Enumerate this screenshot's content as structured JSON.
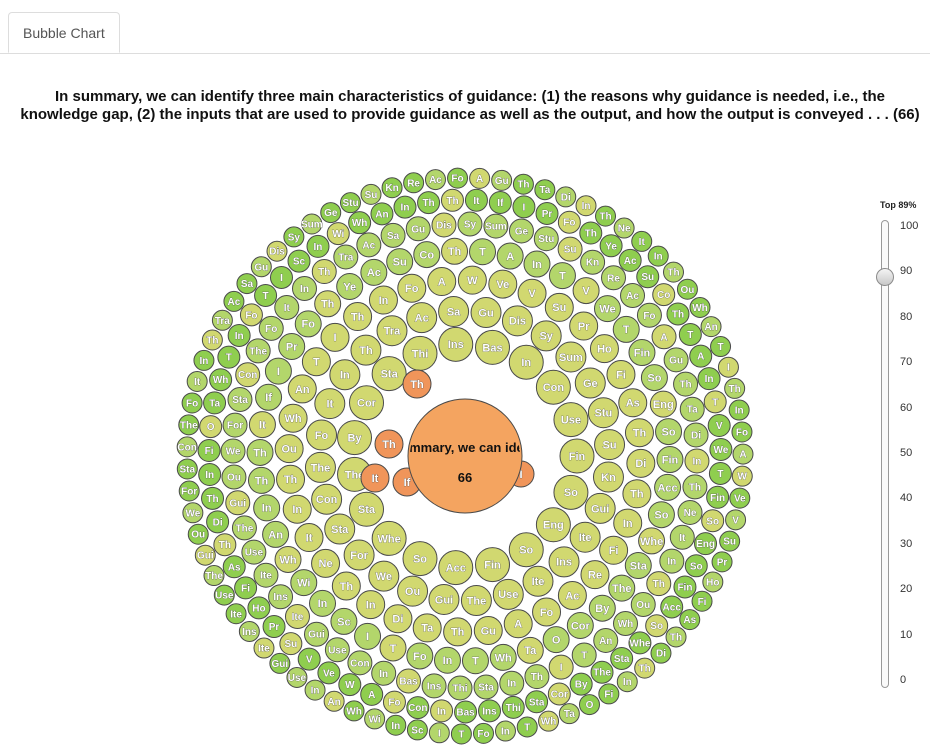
{
  "tabs": [
    {
      "label": "Bubble Chart"
    }
  ],
  "headline": "In summary, we can identify three main characteristics of guidance: (1) the reasons why guidance is needed, i.e., the knowledge gap, (2) the inputs that are used to provide guidance as well as the output, and how the output is conveyed . . . (66)",
  "slider": {
    "label": "Top 89%",
    "value": 89,
    "min": 0,
    "max": 100,
    "ticks": [
      "100",
      "90",
      "80",
      "70",
      "60",
      "50",
      "40",
      "30",
      "20",
      "10",
      "0"
    ]
  },
  "colors": {
    "center": "#f4a460",
    "orange": "#f0955a",
    "olive": "#d1d870",
    "lime": "#b3d66b",
    "green": "#8fce4f",
    "stroke": "#4a4a4a"
  },
  "chart_data": {
    "type": "bubble",
    "center": {
      "label": "In summary, we can identify",
      "value": 66
    },
    "bubble_labels": [
      "Fin",
      "So",
      "Eng",
      "So",
      "Fin",
      "Acc",
      "So",
      "Whe",
      "Sta",
      "The",
      "By",
      "Cor",
      "Sta",
      "Thi",
      "Ins",
      "Bas",
      "In",
      "Con",
      "Use",
      "Gui",
      "Ite",
      "Ins",
      "Ite",
      "Use",
      "The",
      "Gui",
      "Ou",
      "We",
      "For",
      "Sta",
      "Con",
      "The",
      "Fo",
      "It",
      "In",
      "Th",
      "Tra",
      "Ac",
      "Sa",
      "Gu",
      "Dis",
      "Sy",
      "Sum",
      "Ge",
      "Stu",
      "Su",
      "Kn",
      "Re",
      "Ac",
      "Fo",
      "A",
      "Gu",
      "Th",
      "Ta",
      "Di",
      "In",
      "Th",
      "Ne",
      "It",
      "In",
      "Th",
      "Ou",
      "Wh",
      "An",
      "T",
      "I",
      "Th",
      "In",
      "Fo",
      "A",
      "W",
      "Ve",
      "V",
      "Su",
      "Pr",
      "Ho",
      "Fi",
      "As",
      "Th",
      "Di",
      "Th",
      "In",
      "Fi",
      "O",
      "Ta",
      "Wh",
      "T",
      "In",
      "Fo",
      "T",
      "I",
      "Sc",
      "In",
      "Wi",
      "Wh",
      "An",
      "In",
      "Th",
      "Th",
      "It",
      "If",
      "I",
      "Pr",
      "Fo",
      "Th",
      "Ye",
      "Ac",
      "Su",
      "Co",
      "Th",
      "T",
      "A",
      "In",
      "T",
      "V",
      "We",
      "T"
    ]
  }
}
